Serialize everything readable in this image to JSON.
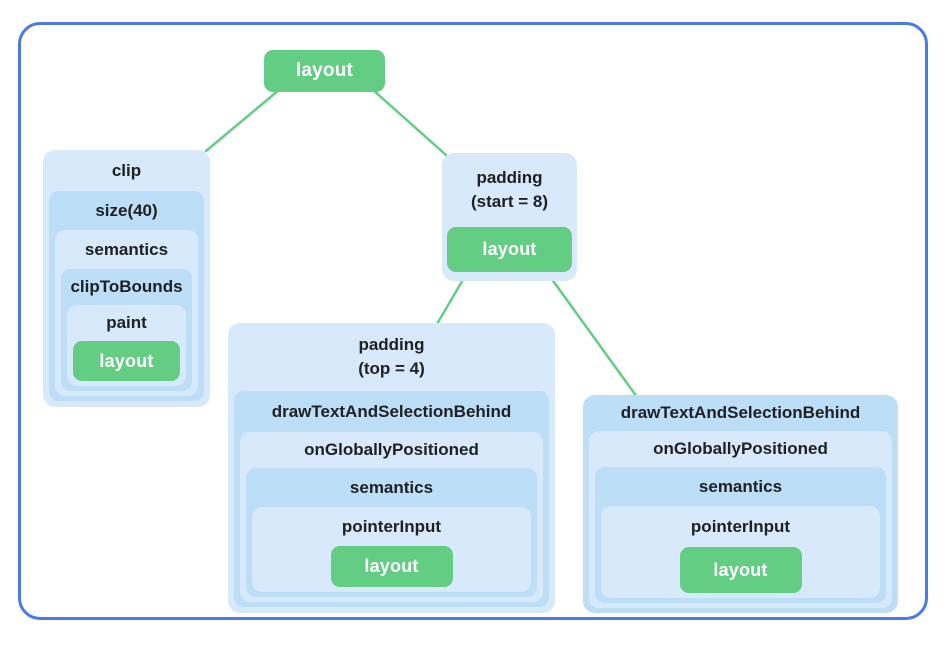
{
  "diagram": {
    "root": {
      "label": "layout"
    },
    "colors": {
      "frame_border": "#4A7AEA",
      "card_light": "#D7E9FB",
      "card_dark": "#BCDEF7",
      "leaf_green": "#63CD84",
      "edge_green": "#63CD84",
      "text": "#202124",
      "leaf_text": "#FFFFFF"
    },
    "nodes": {
      "clip": {
        "title": "clip",
        "layers": [
          "size(40)",
          "semantics",
          "clipToBounds",
          "paint"
        ],
        "leaf": "layout"
      },
      "padding_start": {
        "title": "padding",
        "subtitle": "(start = 8)",
        "leaf": "layout"
      },
      "padding_top": {
        "title": "padding",
        "subtitle": "(top = 4)",
        "layers": [
          "drawTextAndSelectionBehind",
          "onGloballyPositioned",
          "semantics",
          "pointerInput"
        ],
        "leaf": "layout"
      },
      "draw_text_behind": {
        "title": "drawTextAndSelectionBehind",
        "layers": [
          "onGloballyPositioned",
          "semantics",
          "pointerInput"
        ],
        "leaf": "layout"
      }
    }
  }
}
